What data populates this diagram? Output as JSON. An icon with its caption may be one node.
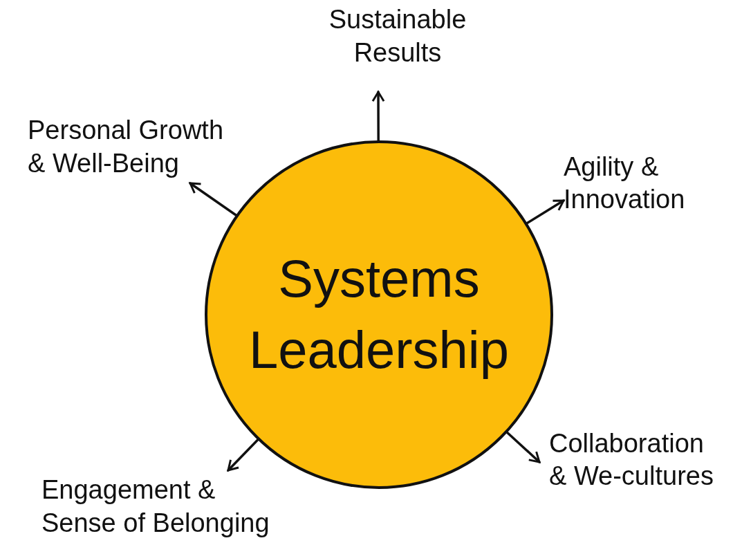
{
  "diagram": {
    "nodes": [
      {
        "text": [
          "Systems Leadership"
        ]
      },
      {
        "text": [
          "Sustainable Results"
        ]
      },
      {
        "text": [
          "Personal Growth & Well-Being"
        ]
      },
      {
        "text": [
          "Agility & Innovation"
        ]
      },
      {
        "text": [
          "Collaboration & We-cultures"
        ]
      },
      {
        "text": [
          "Engagement & Sense of Belonging"
        ]
      }
    ],
    "edges": [
      {
        "from": 0,
        "to": 1,
        "arrow": "to"
      },
      {
        "from": 0,
        "to": 2,
        "arrow": "to"
      },
      {
        "from": 0,
        "to": 3,
        "arrow": "to"
      },
      {
        "from": 0,
        "to": 4,
        "arrow": "to"
      },
      {
        "from": 0,
        "to": 5,
        "arrow": "to"
      }
    ]
  }
}
